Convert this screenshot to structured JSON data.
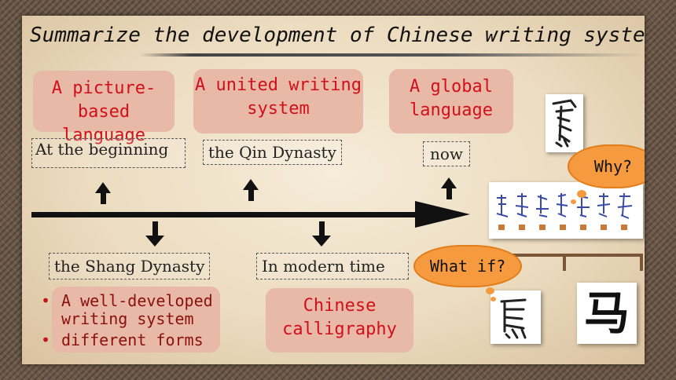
{
  "title": "Summarize the development of Chinese writing system.",
  "boxes": {
    "picture": "A picture-based language",
    "united": "A united writing system",
    "global": "A global language",
    "calligraphy": "Chinese calligraphy"
  },
  "labels": {
    "beginning": "At the beginning",
    "qin": "the Qin Dynasty",
    "now": "now",
    "shang": "the Shang Dynasty",
    "modern": "In modern time"
  },
  "bullets": [
    "A well-developed writing system",
    "different forms"
  ],
  "clouds": {
    "why": "Why?",
    "whatif": "What if?"
  },
  "images": {
    "oracle_char": "oracle-bone-horse-character",
    "states_chars": "warring-states-horse-characters",
    "seal_char": "seal-script-horse-character",
    "modern_char": "马"
  },
  "colors": {
    "red_text": "#d1101a",
    "box_fill": "#e8b9a6",
    "cloud": "#f59a3e"
  }
}
